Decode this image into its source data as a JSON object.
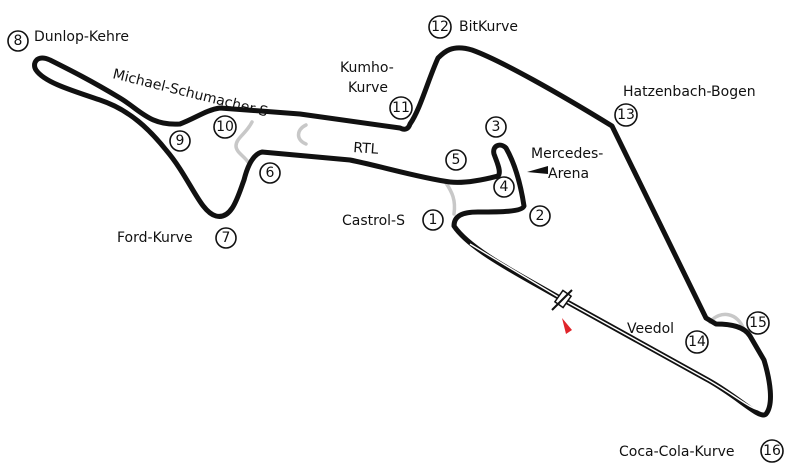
{
  "map": {
    "title": "Nürburgring GP-Strecke",
    "corners": [
      {
        "number": "1",
        "name": "Castrol-S"
      },
      {
        "number": "2",
        "name": ""
      },
      {
        "number": "3",
        "name": ""
      },
      {
        "number": "4",
        "name": ""
      },
      {
        "number": "5",
        "name": ""
      },
      {
        "number": "6",
        "name": ""
      },
      {
        "number": "7",
        "name": "Ford-Kurve"
      },
      {
        "number": "8",
        "name": "Dunlop-Kehre"
      },
      {
        "number": "9",
        "name": ""
      },
      {
        "number": "10",
        "name": ""
      },
      {
        "number": "11",
        "name": "Kumho-Kurve"
      },
      {
        "number": "12",
        "name": "BitKurve"
      },
      {
        "number": "13",
        "name": "Hatzenbach-Bogen"
      },
      {
        "number": "14",
        "name": "Veedol"
      },
      {
        "number": "15",
        "name": ""
      },
      {
        "number": "16",
        "name": "Coca-Cola-Kurve"
      }
    ],
    "labels": {
      "dunlop": "Dunlop-Kehre",
      "schumacher": "Michael-Schumacher-S",
      "kumho_line1": "Kumho-",
      "kumho_line2": "Kurve",
      "bit": "BitKurve",
      "hatzenbach": "Hatzenbach-Bogen",
      "rtl": "RTL",
      "mercedes_line1": "Mercedes-",
      "mercedes_line2": "Arena",
      "castrol": "Castrol-S",
      "ford": "Ford-Kurve",
      "veedol": "Veedol",
      "cocacola": "Coca-Cola-Kurve"
    },
    "colors": {
      "track": "#111111",
      "alt_track": "#c8c8c8",
      "start_flag": "#e0242a"
    }
  }
}
